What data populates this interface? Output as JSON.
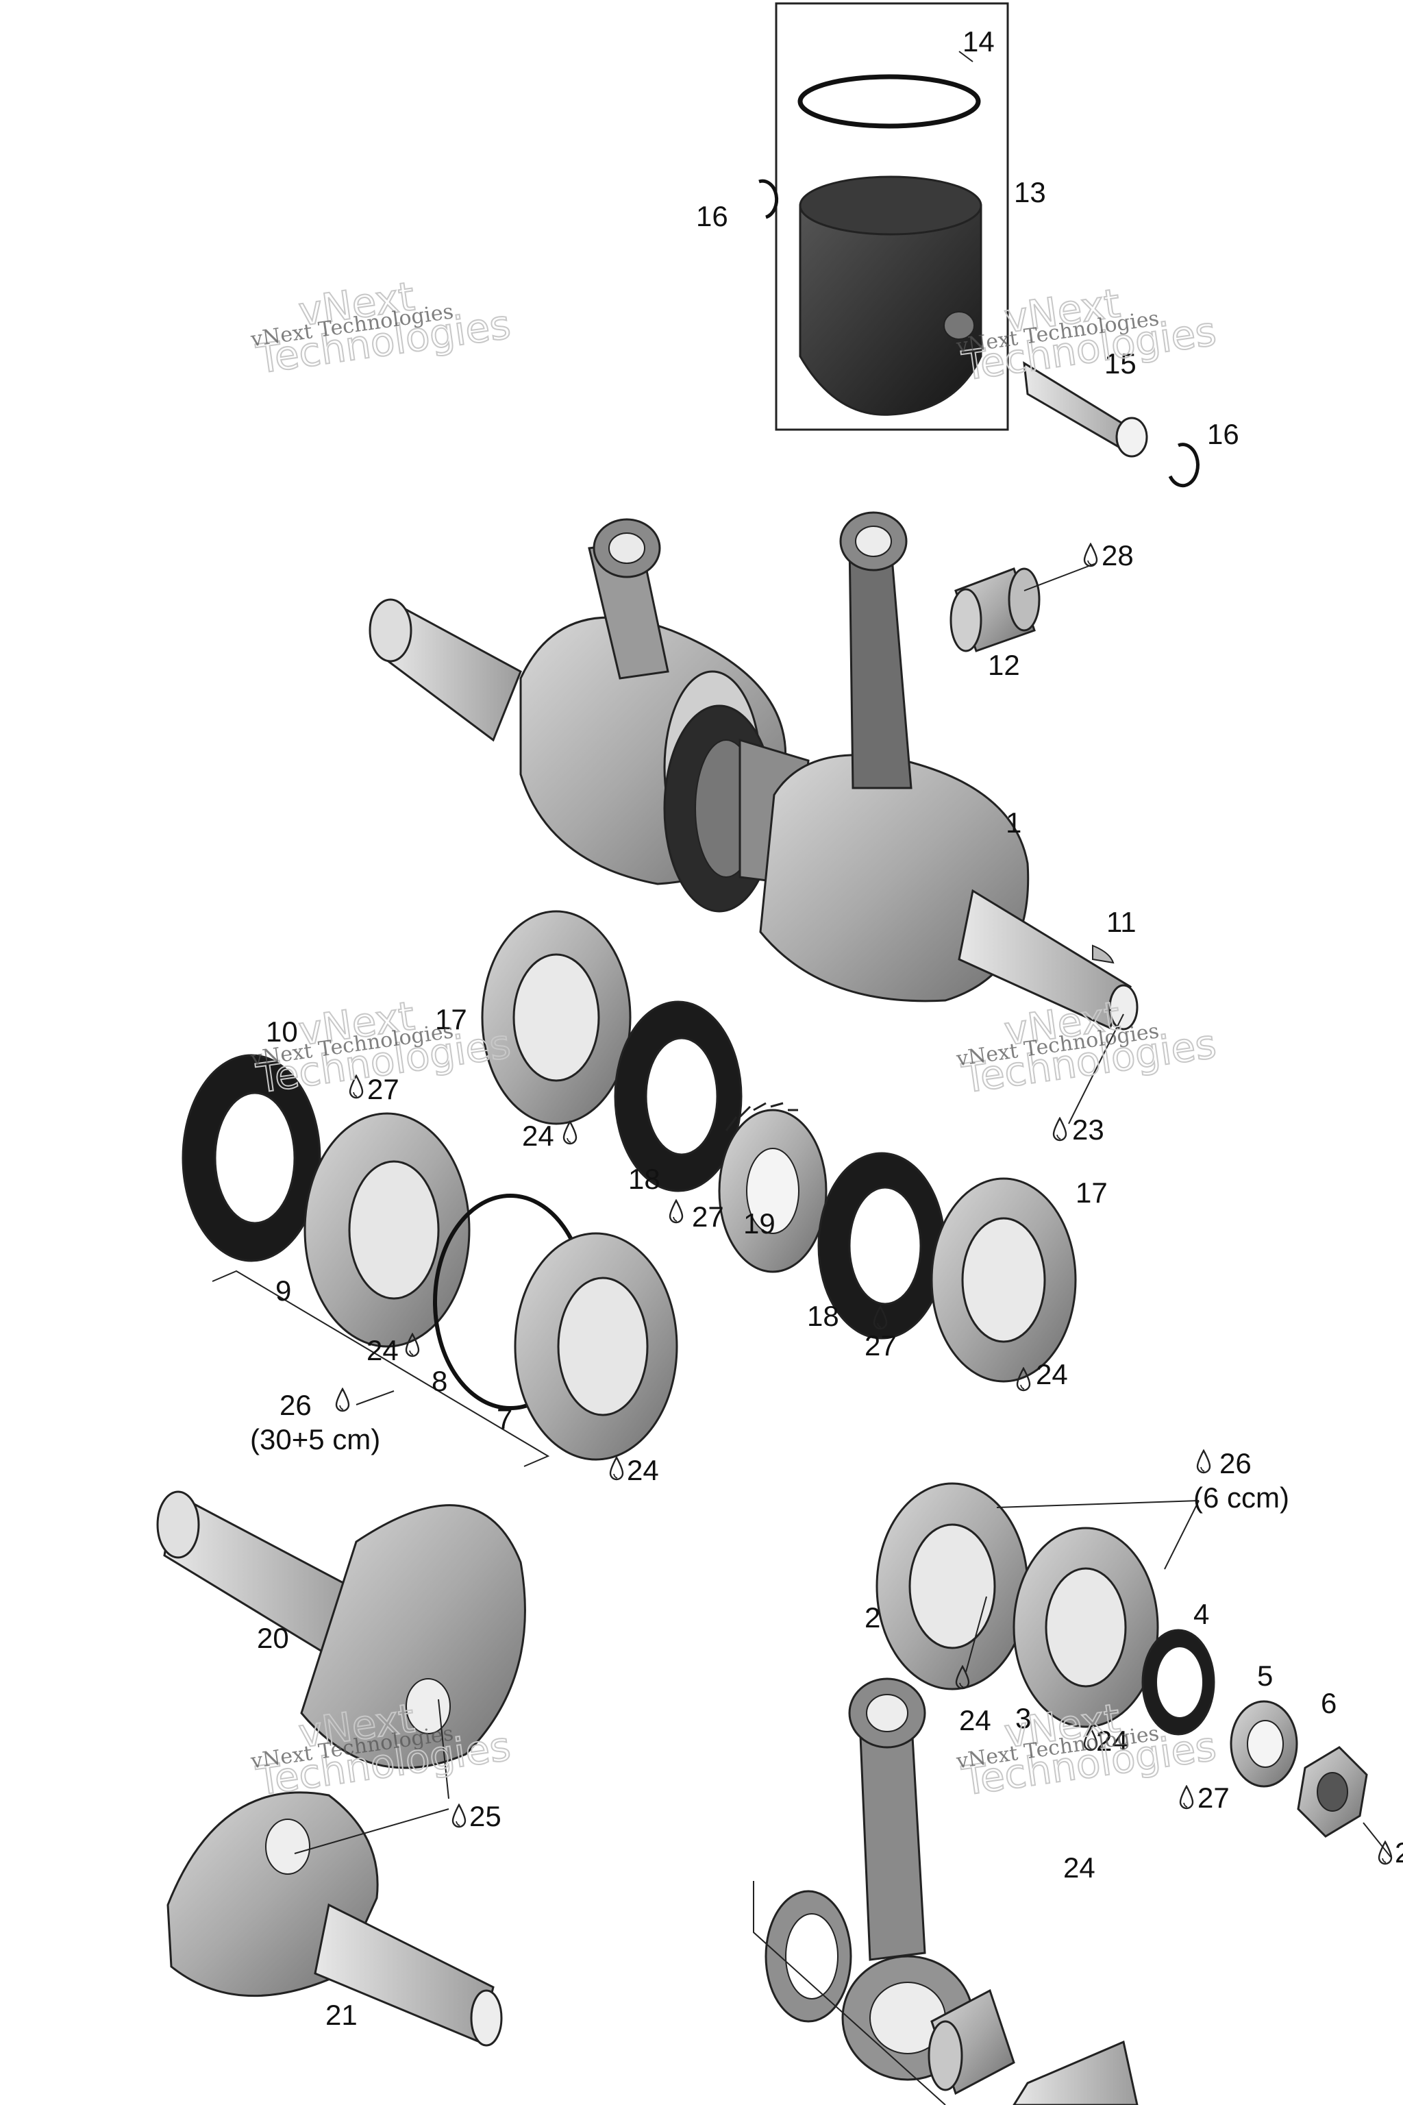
{
  "watermarks": [
    {
      "line1": "vNext Technologies",
      "line2": "vNext",
      "line3": "Technologies"
    },
    {
      "line1": "vNext Technologies",
      "line2": "vNext",
      "line3": "Technologies"
    },
    {
      "line1": "vNext Technologies",
      "line2": "vNext",
      "line3": "Technologies"
    },
    {
      "line1": "vNext Technologies",
      "line2": "vNext",
      "line3": "Technologies"
    },
    {
      "line1": "vNext Technologies",
      "line2": "vNext",
      "line3": "Technologies"
    },
    {
      "line1": "vNext Technologies",
      "line2": "vNext",
      "line3": "Technologies"
    }
  ],
  "callouts": {
    "c1": "1",
    "c2": "2",
    "c3": "3",
    "c4": "4",
    "c5": "5",
    "c6": "6",
    "c7": "7",
    "c8": "8",
    "c9": "9",
    "c10": "10",
    "c11": "11",
    "c12": "12",
    "c13": "13",
    "c14": "14",
    "c15": "15",
    "c16a": "16",
    "c16b": "16",
    "c17a": "17",
    "c17b": "17",
    "c18a": "18",
    "c18b": "18",
    "c19": "19",
    "c20": "20",
    "c21": "21",
    "c23": "23",
    "c24a": "24",
    "c24b": "24",
    "c24c": "24",
    "c24d": "24",
    "c24e": "24",
    "c24f": "24",
    "c24g": "24",
    "c25": "25",
    "c26a": "26",
    "c26a_note": "(30+5 cm)",
    "c26b": "26",
    "c26b_note": "(6 ccm)",
    "c27a": "27",
    "c27b": "27",
    "c27c": "27",
    "c27d": "27",
    "c28": "28",
    "c_cut": "2"
  }
}
